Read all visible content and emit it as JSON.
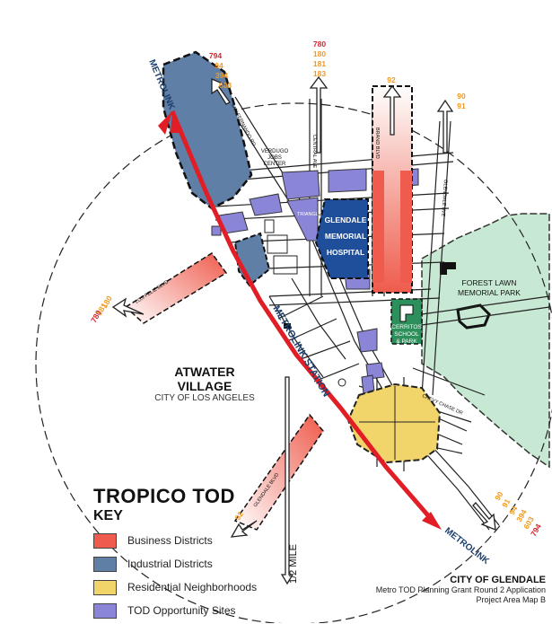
{
  "colors": {
    "business": "#ef5b4c",
    "industrial": "#5f7fa6",
    "residential": "#f1d56a",
    "tod": "#8a85d6",
    "park": "#c7e9d3",
    "metrolink": "#e11d25",
    "route_red": "#d7262f",
    "route_orange": "#f19a1f"
  },
  "map": {
    "title": "TROPICO TOD",
    "key_label": "KEY",
    "legend": [
      {
        "label": "Business Districts",
        "color": "#ef5b4c"
      },
      {
        "label": "Industrial Districts",
        "color": "#5f7fa6"
      },
      {
        "label": "Residential Neighborhoods",
        "color": "#f1d56a"
      },
      {
        "label": "TOD Opportunity Sites",
        "color": "#8a85d6"
      }
    ],
    "places": {
      "atwater_title": "ATWATER VILLAGE",
      "atwater_sub": "CITY OF LOS ANGELES",
      "glendale_title": "CITY OF GLENDALE",
      "glendale_sub1": "Metro TOD Planning Grant Round 2 Application",
      "glendale_sub2": "Project Area Map B"
    },
    "labels": {
      "metrolink_top": "METROLINK",
      "metrolink_bottom": "METROLINK",
      "metrolink_station": "METROLINK STATION",
      "half_mile": "1/2 MILE",
      "hospital_1": "GLENDALE",
      "hospital_2": "MEMORIAL",
      "hospital_3": "HOSPITAL",
      "forest_lawn_1": "FOREST LAWN",
      "forest_lawn_2": "MEMORIAL PARK",
      "cerritos_1": "CERRITOS",
      "cerritos_2": "SCHOOL",
      "cerritos_3": "& PARK",
      "verdugo_1": "VERDUGO",
      "verdugo_2": "JOBS",
      "verdugo_3": "CENTER",
      "triangle": "TRIANGLE",
      "central_ave": "CENTRAL AVE",
      "brand_blvd": "BRAND BLVD",
      "glendale_ave": "GLENDALE AVE",
      "san_fernando": "SAN FERNANDO RD",
      "los_feliz": "LOS FELIZ BLVD",
      "glendale_blvd": "GLENDALE BLVD",
      "chevy_chase": "CHEVY CHASE DR"
    },
    "routes": {
      "nw": [
        "794",
        "94",
        "394",
        "603"
      ],
      "n_central": [
        "780",
        "180",
        "181",
        "183"
      ],
      "n_brand": [
        "92"
      ],
      "ne": [
        "90",
        "91"
      ],
      "w": [
        "180",
        "181",
        "780"
      ],
      "sw": [
        "92"
      ],
      "se": [
        "90",
        "91",
        "94",
        "394",
        "603",
        "794"
      ]
    }
  }
}
